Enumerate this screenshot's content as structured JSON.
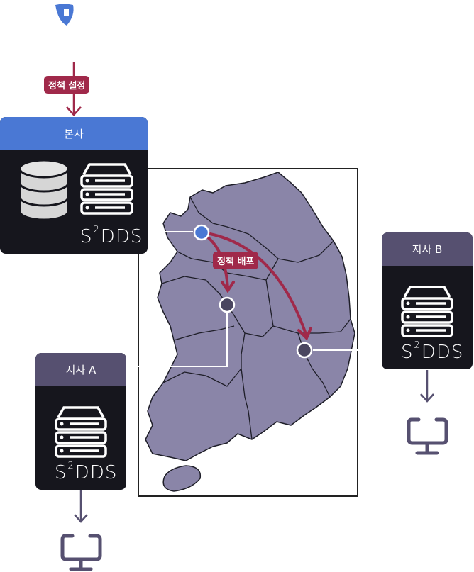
{
  "policy_setting_label": "정책 설정",
  "policy_deploy_label": "정책 배포",
  "hq": {
    "title": "본사",
    "product": {
      "prefix": "S",
      "sup": "2",
      "suffix": "DDS"
    }
  },
  "branch_a": {
    "title": "지사 A",
    "product": {
      "prefix": "S",
      "sup": "2",
      "suffix": "DDS"
    }
  },
  "branch_b": {
    "title": "지사 B",
    "product": {
      "prefix": "S",
      "sup": "2",
      "suffix": "DDS"
    }
  },
  "colors": {
    "hq_header": "#4a78d4",
    "branch_header": "#565070",
    "box_bg": "#16161d",
    "accent": "#a0294a",
    "map_fill": "#8a85a8"
  }
}
